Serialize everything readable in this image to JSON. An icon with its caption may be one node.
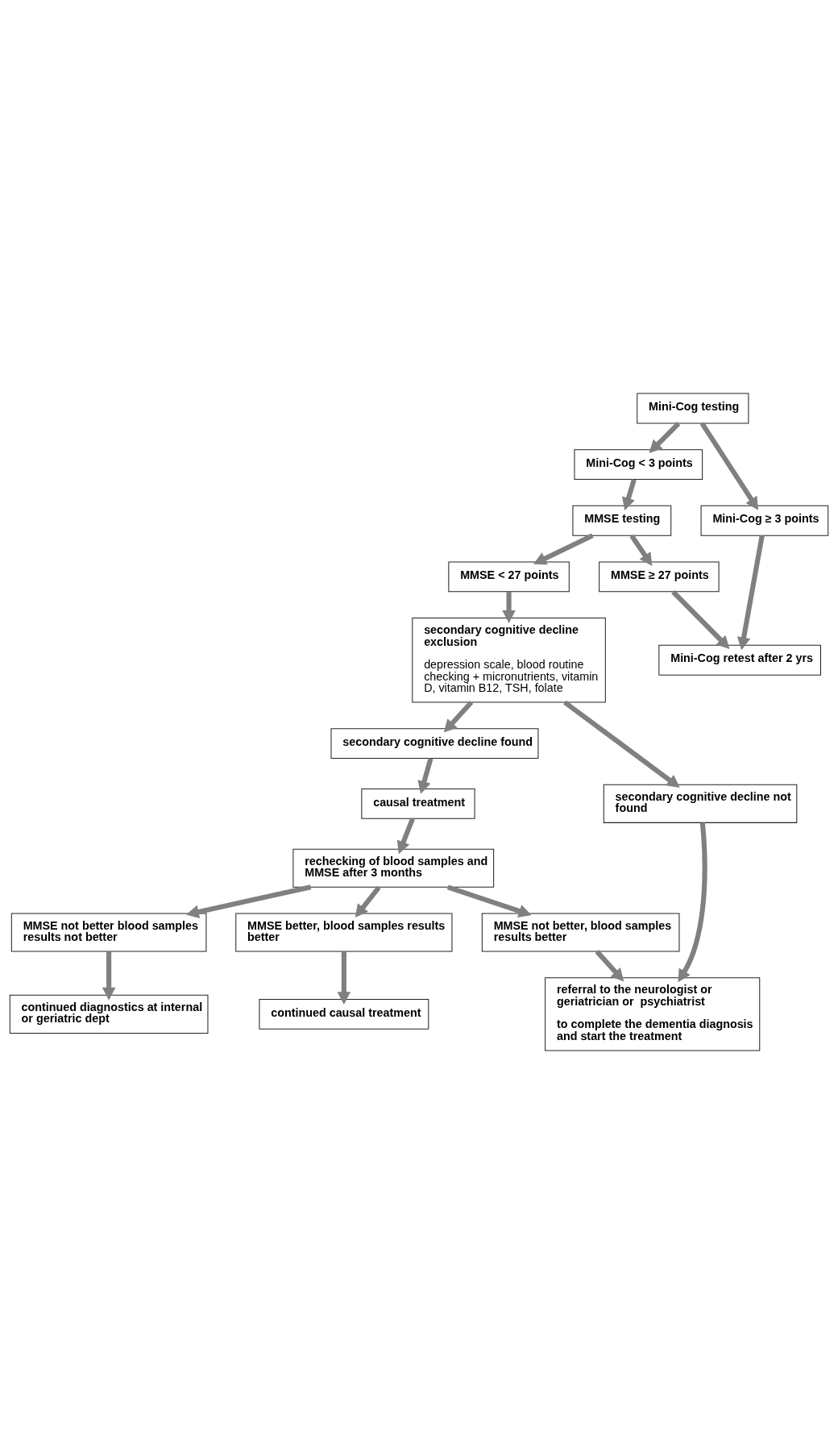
{
  "diagram": {
    "nodes": [
      {
        "text": [
          "Mini-Cog testing"
        ]
      },
      {
        "text": [
          "Mini-Cog < 3 points"
        ]
      },
      {
        "text": [
          "Mini-Cog ≥ 3 points"
        ]
      },
      {
        "text": [
          "MMSE testing"
        ]
      },
      {
        "text": [
          "Mini-Cog retest after 2 yrs"
        ]
      },
      {
        "text": [
          "MMSE < 27 points"
        ]
      },
      {
        "text": [
          "MMSE ≥ 27 points"
        ]
      },
      {
        "text": [
          "secondary cognitive decline exclusion",
          "depression scale, blood routine checking + micronutrients, vitamin D, vitamin B12, TSH, folate"
        ]
      },
      {
        "text": [
          "secondary cognitive decline found"
        ]
      },
      {
        "text": [
          "secondary cognitive decline not found"
        ]
      },
      {
        "text": [
          "causal treatment"
        ]
      },
      {
        "text": [
          "referral to the neurologist or geriatrician or  psychiatrist",
          "to complete the dementia diagnosis and start the treatment"
        ]
      },
      {
        "text": [
          "rechecking of blood samples and MMSE after 3 months"
        ]
      },
      {
        "text": [
          "MMSE not better, blood samples results better"
        ]
      },
      {
        "text": [
          "MMSE not better blood samples results not better"
        ]
      },
      {
        "text": [
          "MMSE better, blood samples results better"
        ]
      },
      {
        "text": [
          "continued diagnostics at internal or geriatric dept"
        ]
      },
      {
        "text": [
          "continued causal treatment"
        ]
      }
    ],
    "edges": [
      {
        "from": 0,
        "to": 1,
        "arrow": "to"
      },
      {
        "from": 0,
        "to": 2,
        "arrow": "to"
      },
      {
        "from": 1,
        "to": 3,
        "arrow": "to"
      },
      {
        "from": 2,
        "to": 4,
        "arrow": "to"
      },
      {
        "from": 3,
        "to": 5,
        "arrow": "to"
      },
      {
        "from": 3,
        "to": 6,
        "arrow": "to"
      },
      {
        "from": 6,
        "to": 4,
        "arrow": "to"
      },
      {
        "from": 5,
        "to": 7,
        "arrow": "to"
      },
      {
        "from": 7,
        "to": 8,
        "arrow": "to"
      },
      {
        "from": 7,
        "to": 9,
        "arrow": "to"
      },
      {
        "from": 8,
        "to": 10,
        "arrow": "to"
      },
      {
        "from": 9,
        "to": 11,
        "arrow": "to"
      },
      {
        "from": 10,
        "to": 12,
        "arrow": "to"
      },
      {
        "from": 12,
        "to": 13,
        "arrow": "to"
      },
      {
        "from": 13,
        "to": 11,
        "arrow": "to"
      },
      {
        "from": 12,
        "to": 14,
        "arrow": "to"
      },
      {
        "from": 12,
        "to": 15,
        "arrow": "to"
      },
      {
        "from": 14,
        "to": 16,
        "arrow": "to"
      },
      {
        "from": 15,
        "to": 17,
        "arrow": "to"
      }
    ]
  }
}
